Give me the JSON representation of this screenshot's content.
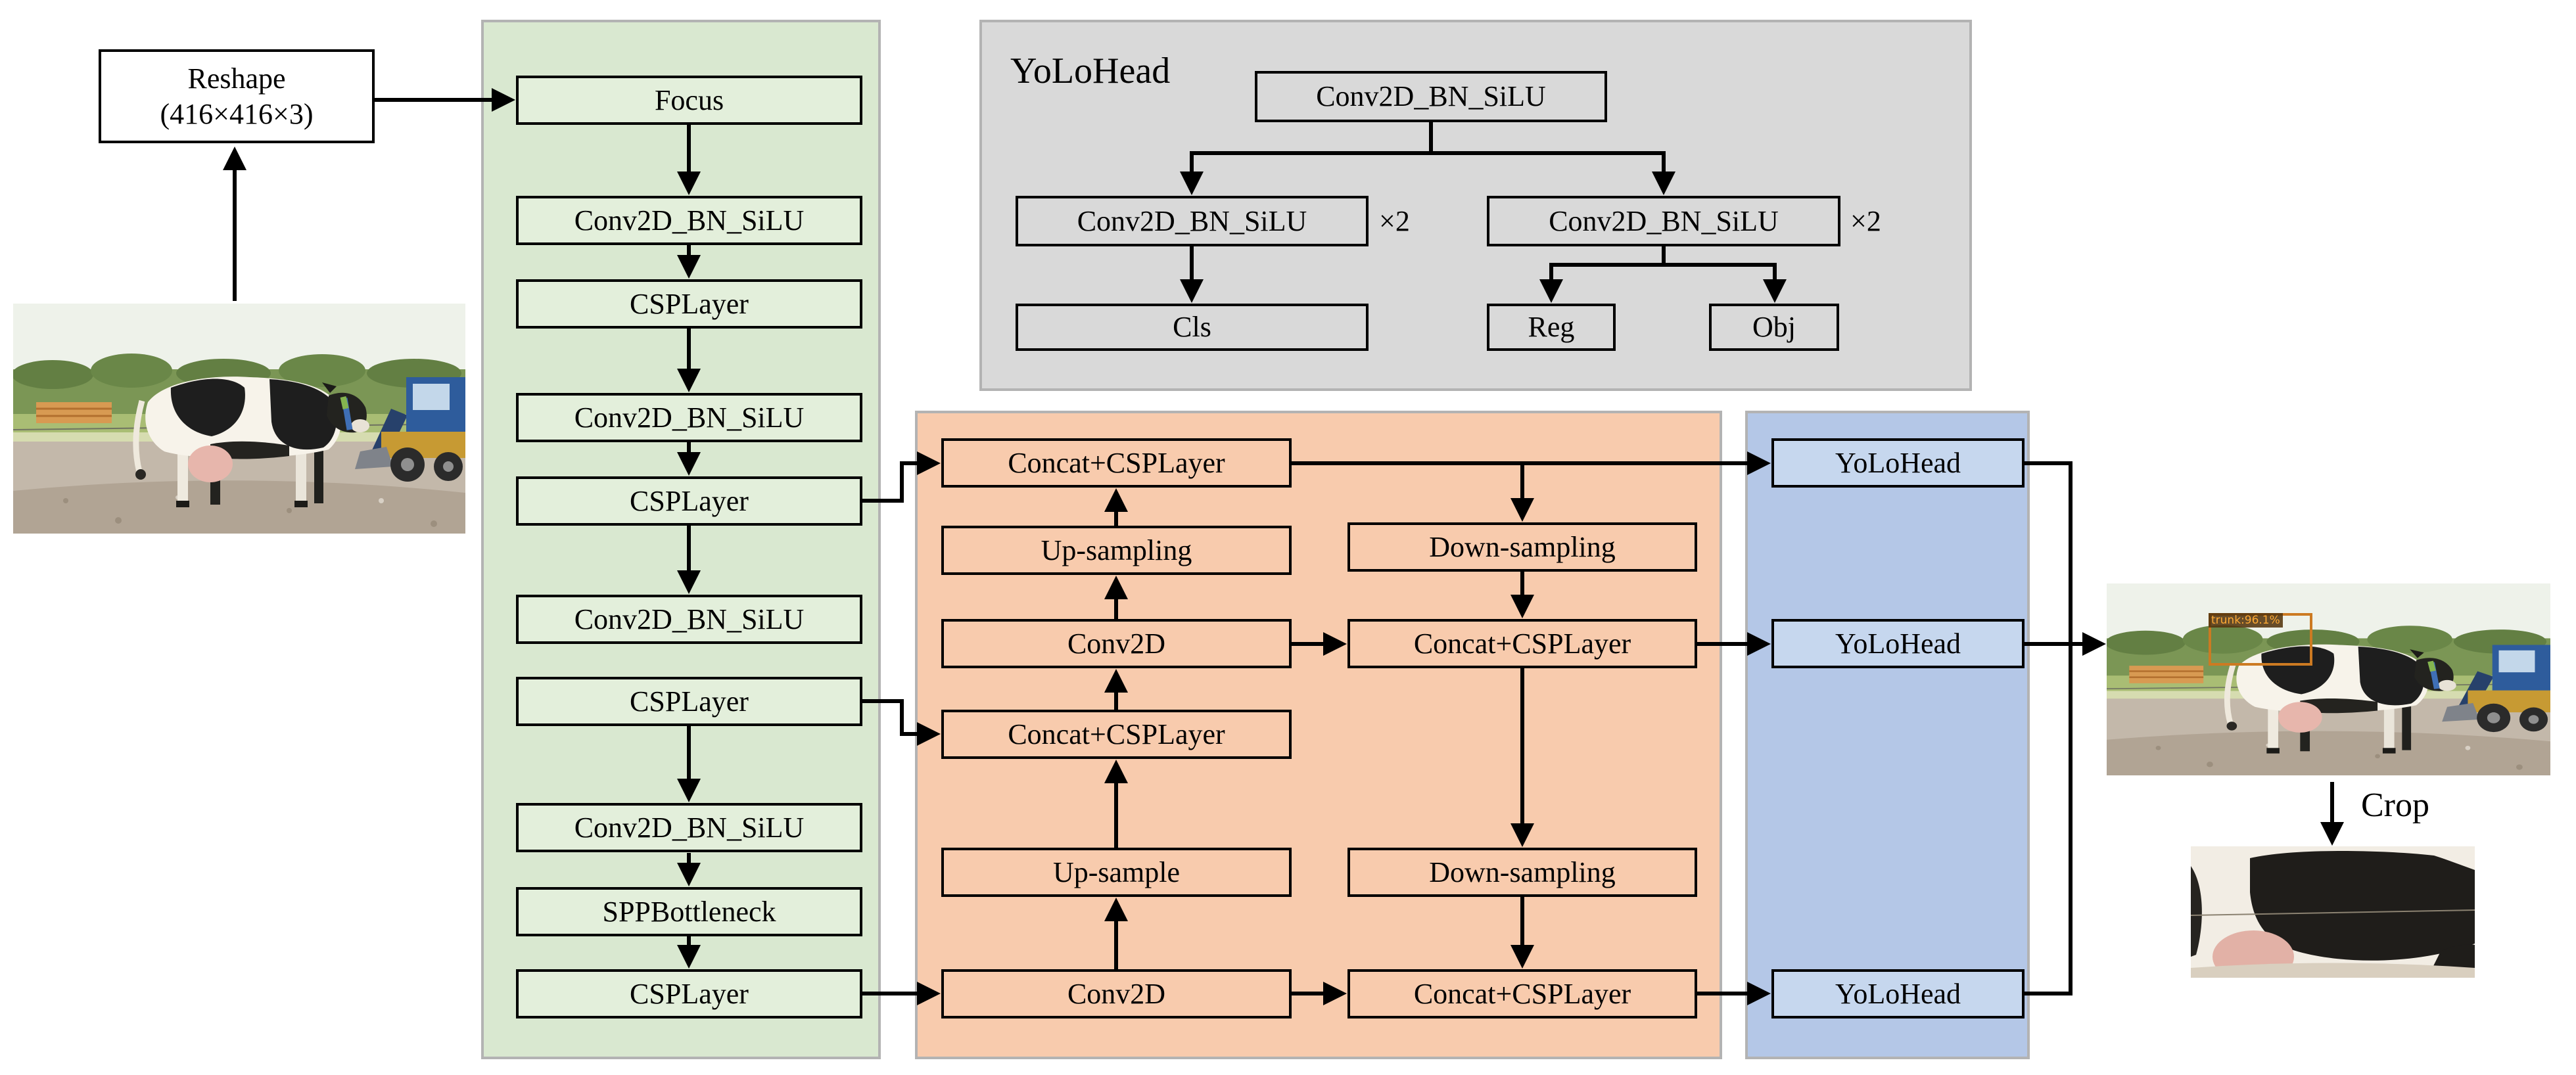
{
  "input": {
    "line1": "Reshape",
    "line2": "(416×416×3)"
  },
  "backbone": {
    "boxes": [
      "Focus",
      "Conv2D_BN_SiLU",
      "CSPLayer",
      "Conv2D_BN_SiLU",
      "CSPLayer",
      "Conv2D_BN_SiLU",
      "CSPLayer",
      "Conv2D_BN_SiLU",
      "SPPBottleneck",
      "CSPLayer"
    ]
  },
  "legend": {
    "title": "YoLoHead",
    "conv": "Conv2D_BN_SiLU",
    "mult": "×2",
    "cls": "Cls",
    "reg": "Reg",
    "obj": "Obj"
  },
  "neck": {
    "concat": "Concat+CSPLayer",
    "up_sampling": "Up-sampling",
    "up_sample": "Up-sample",
    "conv2d": "Conv2D",
    "down_sampling": "Down-sampling"
  },
  "heads": {
    "label": "YoLoHead"
  },
  "output": {
    "crop": "Crop",
    "bbox_label": "trunk:96.1%"
  },
  "colors": {
    "backbone_panel": "#d9e8d0",
    "legend_panel": "#d9d9d9",
    "neck_panel": "#f8cbad",
    "head_panel": "#b4c7e7",
    "head_box": "#c6d7ee",
    "detection_box": "#cc7a22",
    "line": "#000000"
  }
}
